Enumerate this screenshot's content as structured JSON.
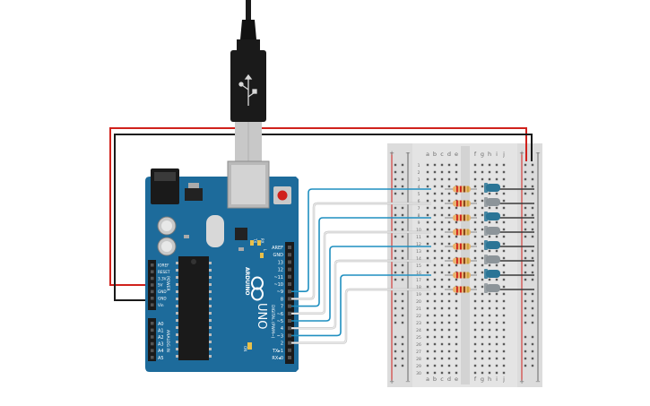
{
  "arduino": {
    "brand": "ARDUINO",
    "model": "UNO",
    "on_label": "ON",
    "tx_label": "TX",
    "rx_label": "RX",
    "l_label": "L",
    "digital_label": "DIGITAL (PWM~)",
    "power_label": "POWER",
    "analog_label": "ANALOG IN",
    "reset_label": "RESET",
    "digital_pins": [
      "AREF",
      "GND",
      "13",
      "12",
      "~11",
      "~10",
      "~9",
      "8",
      "7",
      "~6",
      "~5",
      "4",
      "~3",
      "2",
      "TX▸1",
      "RX◂0"
    ],
    "power_pins": [
      "IOREF",
      "RESET",
      "3.3V",
      "5V",
      "GND",
      "GND",
      "Vin"
    ],
    "analog_pins": [
      "A0",
      "A1",
      "A2",
      "A3",
      "A4",
      "A5"
    ]
  },
  "breadboard": {
    "columns_left": [
      "a",
      "b",
      "c",
      "d",
      "e"
    ],
    "columns_right": [
      "f",
      "g",
      "h",
      "i",
      "j"
    ],
    "row_numbers": [
      "1",
      "2",
      "3",
      "4",
      "5",
      "6",
      "7",
      "8",
      "9",
      "10",
      "11",
      "12",
      "13",
      "14",
      "15",
      "16",
      "17",
      "18",
      "19",
      "20",
      "21",
      "22",
      "23",
      "24",
      "25",
      "26",
      "27",
      "28",
      "29",
      "30"
    ],
    "rail_plus": "+",
    "rail_minus": "−"
  },
  "components": {
    "resistor_count": 8,
    "led_count": 8,
    "led_colors": [
      "#2b7596",
      "#8c9499",
      "#2b7596",
      "#8c9499",
      "#2b7596",
      "#8c9499",
      "#2b7596",
      "#8c9499"
    ]
  },
  "colors": {
    "board": "#1d6b9b",
    "wire_red": "#d0211c",
    "wire_black": "#1a1a1a",
    "wire_blue": "#1f8fc0",
    "wire_white": "#e8e8e8"
  }
}
